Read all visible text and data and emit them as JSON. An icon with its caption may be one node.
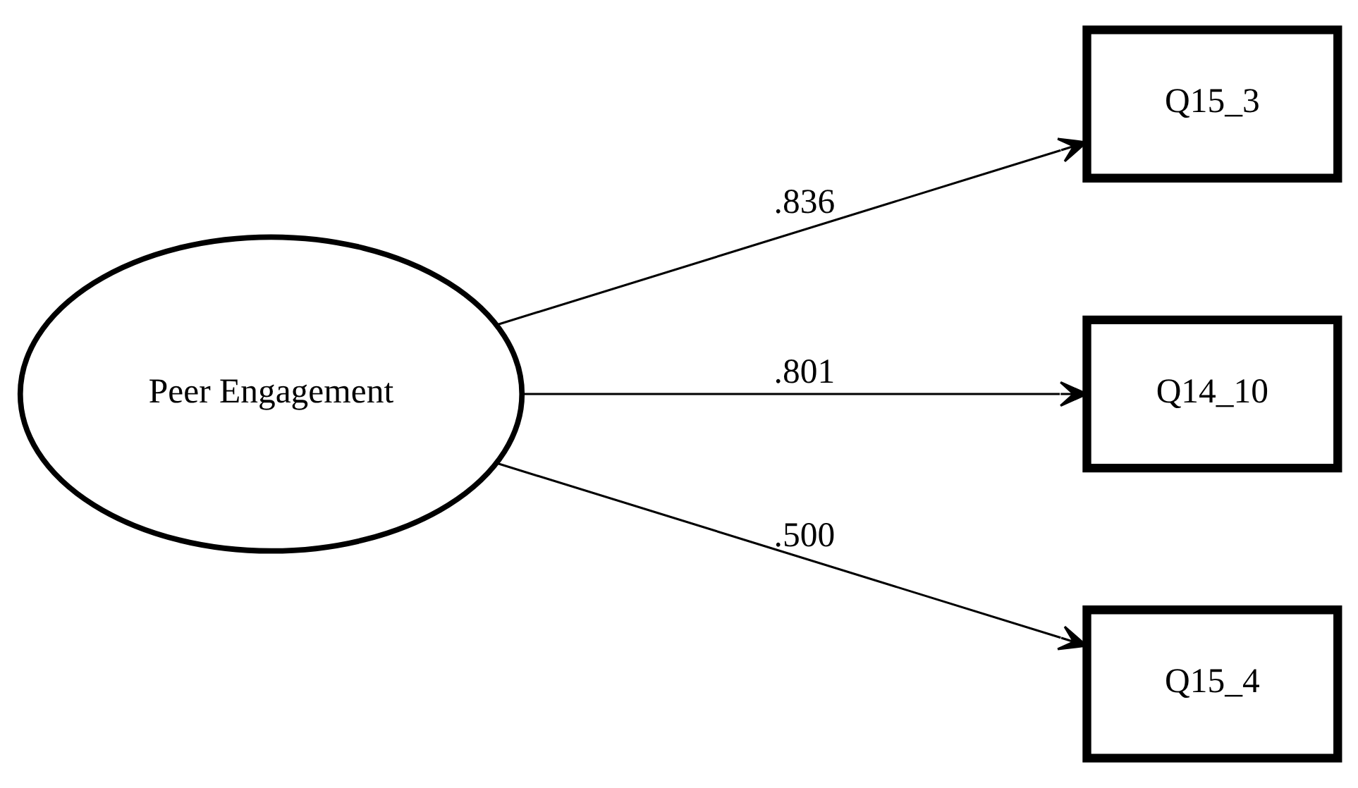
{
  "diagram": {
    "nodes": [
      {
        "text": [
          "Peer Engagement"
        ]
      },
      {
        "text": [
          "Q15_3"
        ]
      },
      {
        "text": [
          "Q14_10"
        ]
      },
      {
        "text": [
          "Q15_4"
        ]
      }
    ],
    "edges": [
      {
        "from": 0,
        "to": 1,
        "arrow": "to",
        "label": ".836"
      },
      {
        "from": 0,
        "to": 2,
        "arrow": "to",
        "label": ".801"
      },
      {
        "from": 0,
        "to": 3,
        "arrow": "to",
        "label": ".500"
      }
    ]
  }
}
